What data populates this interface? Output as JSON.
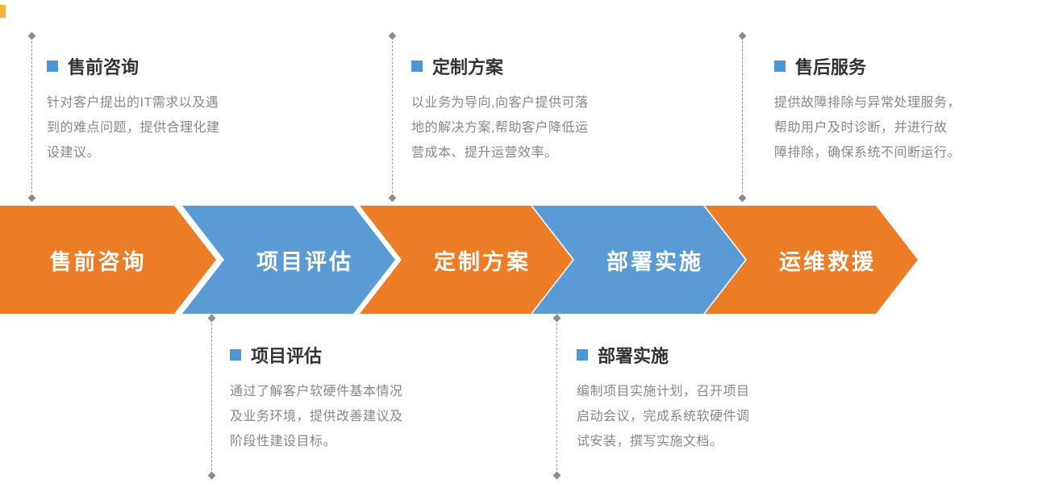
{
  "colors": {
    "orange": "#EC7C25",
    "blue": "#5B9BD5",
    "bullet_blue": "#4C96D8",
    "body_text": "#878787",
    "title_text": "#333333",
    "connector_gray": "#9A9A9A",
    "accent_yellow": "#F6B33C"
  },
  "process": {
    "steps": [
      {
        "label": "售前咨询",
        "color": "#EC7C25"
      },
      {
        "label": "项目评估",
        "color": "#5B9BD5"
      },
      {
        "label": "定制方案",
        "color": "#EC7C25"
      },
      {
        "label": "部署实施",
        "color": "#5B9BD5"
      },
      {
        "label": "运维救援",
        "color": "#EC7C25"
      }
    ]
  },
  "notes": {
    "top": [
      {
        "title": "售前咨询",
        "body": "针对客户提出的IT需求以及遇\n到的难点问题，提供合理化建\n设建议。"
      },
      {
        "title": "定制方案",
        "body": "以业务为导向,向客户提供可落\n地的解决方案,帮助客户降低运\n营成本、提升运营效率。"
      },
      {
        "title": "售后服务",
        "body": "提供故障排除与异常处理服务，\n帮助用户及时诊断，并进行故\n障排除，确保系统不间断运行。"
      }
    ],
    "bottom": [
      {
        "title": "项目评估",
        "body": "通过了解客户软硬件基本情况\n及业务环境，提供改善建议及\n阶段性建设目标。"
      },
      {
        "title": "部署实施",
        "body": "编制项目实施计划，召开项目\n启动会议，完成系统软硬件调\n试安装，撰写实施文档。"
      }
    ]
  }
}
